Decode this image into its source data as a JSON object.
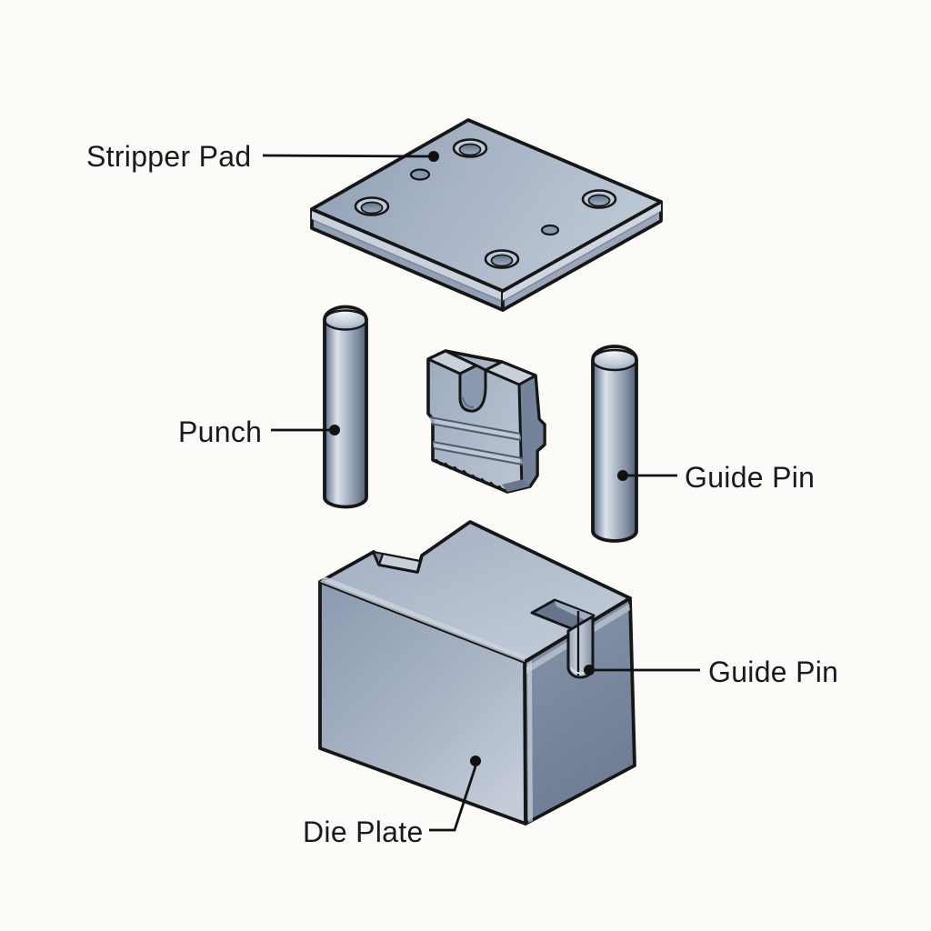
{
  "diagram": {
    "background": "#fcfbf7",
    "colors": {
      "outline": "#161616",
      "label_text": "#1a1a1a",
      "leader": "#111111",
      "steel_light": "#ccd4de",
      "steel_top": "#aab7c7",
      "steel_front": "#a2afc0",
      "steel_side": "#7b8aa0",
      "steel_shadow": "#5a6a80"
    },
    "callouts": [
      {
        "part": "stripper-pad",
        "label": "Stripper Pad"
      },
      {
        "part": "punch",
        "label": "Punch"
      },
      {
        "part": "guide-pin-upper",
        "label": "Guide Pin"
      },
      {
        "part": "guide-pin-lower",
        "label": "Guide Pin"
      },
      {
        "part": "die-plate",
        "label": "Die Plate"
      }
    ]
  }
}
